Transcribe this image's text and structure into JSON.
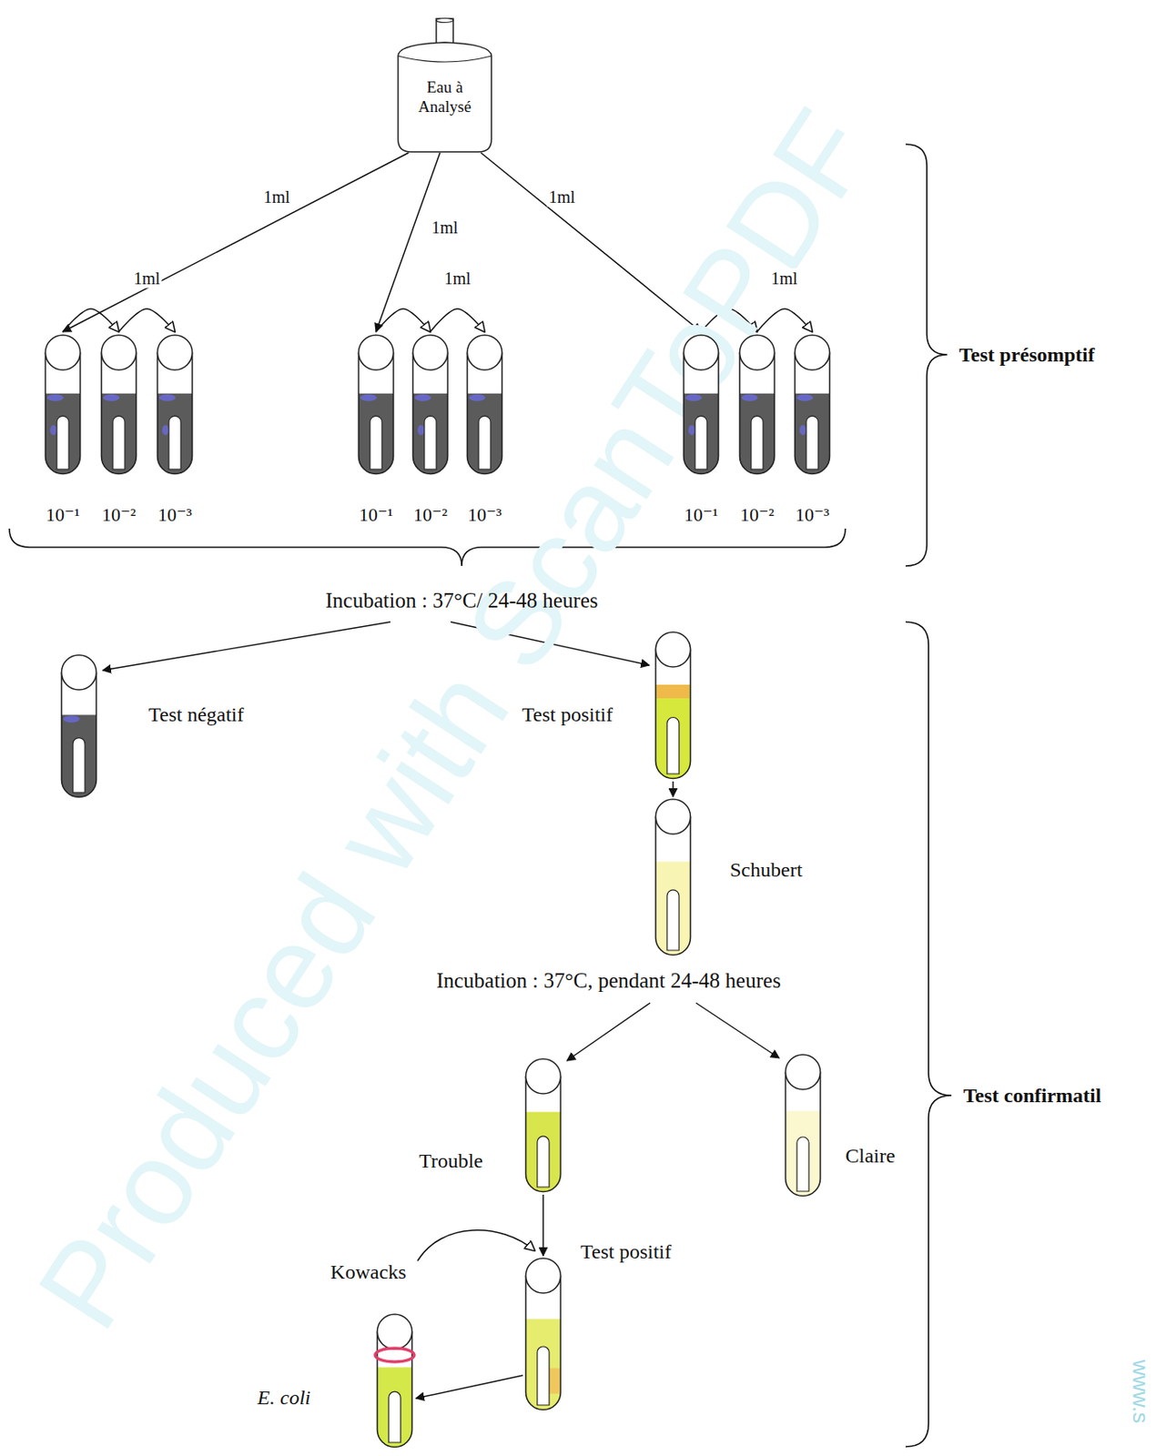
{
  "diagram": {
    "nodes": [
      {
        "text": [
          "Eau à Analysé"
        ]
      },
      {
        "text": [
          "10⁻¹"
        ]
      },
      {
        "text": [
          "10⁻²"
        ]
      },
      {
        "text": [
          "10⁻³"
        ]
      },
      {
        "text": [
          "10⁻¹"
        ]
      },
      {
        "text": [
          "10⁻²"
        ]
      },
      {
        "text": [
          "10⁻³"
        ]
      },
      {
        "text": [
          "10⁻¹"
        ]
      },
      {
        "text": [
          "10⁻²"
        ]
      },
      {
        "text": [
          "10⁻³"
        ]
      },
      {
        "text": [
          "Test négatif"
        ]
      },
      {
        "text": [
          "Test positif"
        ]
      },
      {
        "text": [
          "Schubert"
        ]
      },
      {
        "text": [
          "Trouble"
        ]
      },
      {
        "text": [
          "Claire"
        ]
      },
      {
        "text": [
          "Test positif"
        ]
      },
      {
        "text": [
          "E. coli"
        ]
      }
    ],
    "edges": [
      {
        "from": 0,
        "to": 1,
        "arrow": "to",
        "label": "1ml"
      },
      {
        "from": 0,
        "to": 4,
        "arrow": "to",
        "label": "1ml"
      },
      {
        "from": 0,
        "to": 7,
        "arrow": "to",
        "label": "1ml"
      },
      {
        "from": 1,
        "to": 2,
        "arrow": "to"
      },
      {
        "from": 2,
        "to": 3,
        "arrow": "to",
        "label": "1ml"
      },
      {
        "from": 4,
        "to": 5,
        "arrow": "to"
      },
      {
        "from": 5,
        "to": 6,
        "arrow": "to",
        "label": "1ml"
      },
      {
        "from": 7,
        "to": 8,
        "arrow": "to"
      },
      {
        "from": 8,
        "to": 9,
        "arrow": "to",
        "label": "1ml"
      },
      {
        "from": 11,
        "to": 12,
        "arrow": "to"
      },
      {
        "from": 13,
        "to": 15,
        "arrow": "to"
      },
      {
        "from": 15,
        "to": 16,
        "arrow": "to"
      }
    ],
    "labels": [
      "Test présomptif",
      "Incubation : 37°C/ 24-48 heures",
      "Incubation : 37°C, pendant 24-48 heures",
      "Test confirmatil",
      "Kowacks",
      "Produced with ScanToPDF",
      "www.s"
    ]
  }
}
